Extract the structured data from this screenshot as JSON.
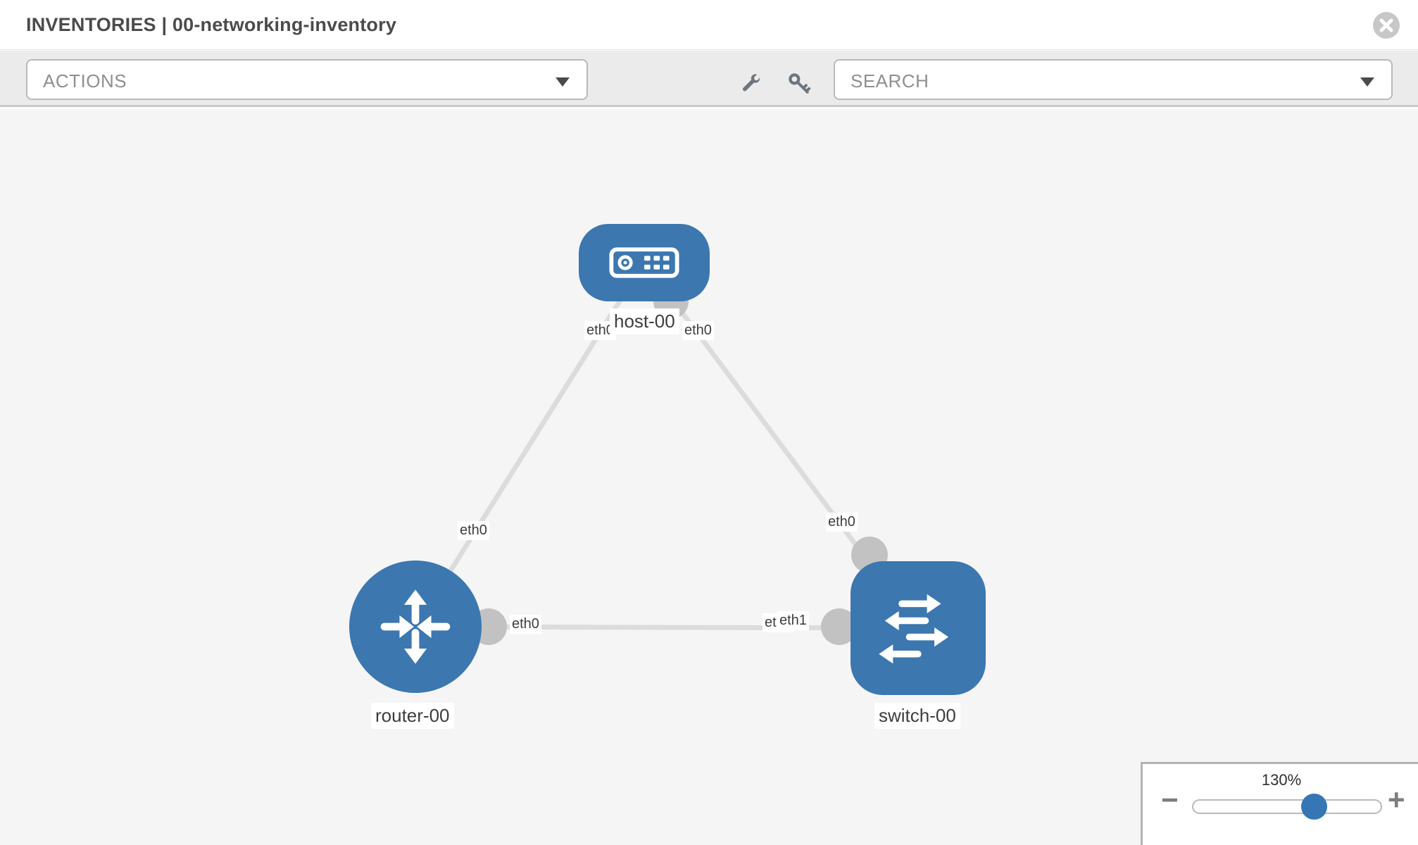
{
  "header": {
    "title": "INVENTORIES | 00-networking-inventory"
  },
  "toolbar": {
    "actions_label": "ACTIONS",
    "search_placeholder": "SEARCH",
    "icons": [
      "wrench-icon",
      "key-icon"
    ]
  },
  "topology": {
    "nodes": [
      {
        "id": "host-00",
        "label": "host-00",
        "type": "host",
        "icon": "host-icon"
      },
      {
        "id": "router-00",
        "label": "router-00",
        "type": "router",
        "icon": "router-icon"
      },
      {
        "id": "switch-00",
        "label": "switch-00",
        "type": "switch",
        "icon": "switch-icon"
      }
    ],
    "links": [
      {
        "from": "host-00",
        "to": "router-00",
        "from_interface": "eth0",
        "to_interface": "eth0"
      },
      {
        "from": "host-00",
        "to": "switch-00",
        "from_interface": "eth0",
        "to_interface": "eth0"
      },
      {
        "from": "router-00",
        "to": "switch-00",
        "from_interface": "eth0",
        "to_interface": "eth1"
      }
    ],
    "interface_labels": {
      "host_left": "eth0",
      "host_right": "eth0",
      "router_top": "eth0",
      "switch_top": "eth0",
      "router_right": "eth0",
      "switch_left_back": "eth0",
      "switch_left_front": "eth1"
    },
    "colors": {
      "node_blue": "#3c77af",
      "link_gray": "#dcdcdd",
      "port_gray": "#c2c2c2",
      "canvas_bg": "#f5f5f6"
    }
  },
  "zoom_control": {
    "level": "130%",
    "minus_label": "−",
    "plus_label": "+"
  }
}
